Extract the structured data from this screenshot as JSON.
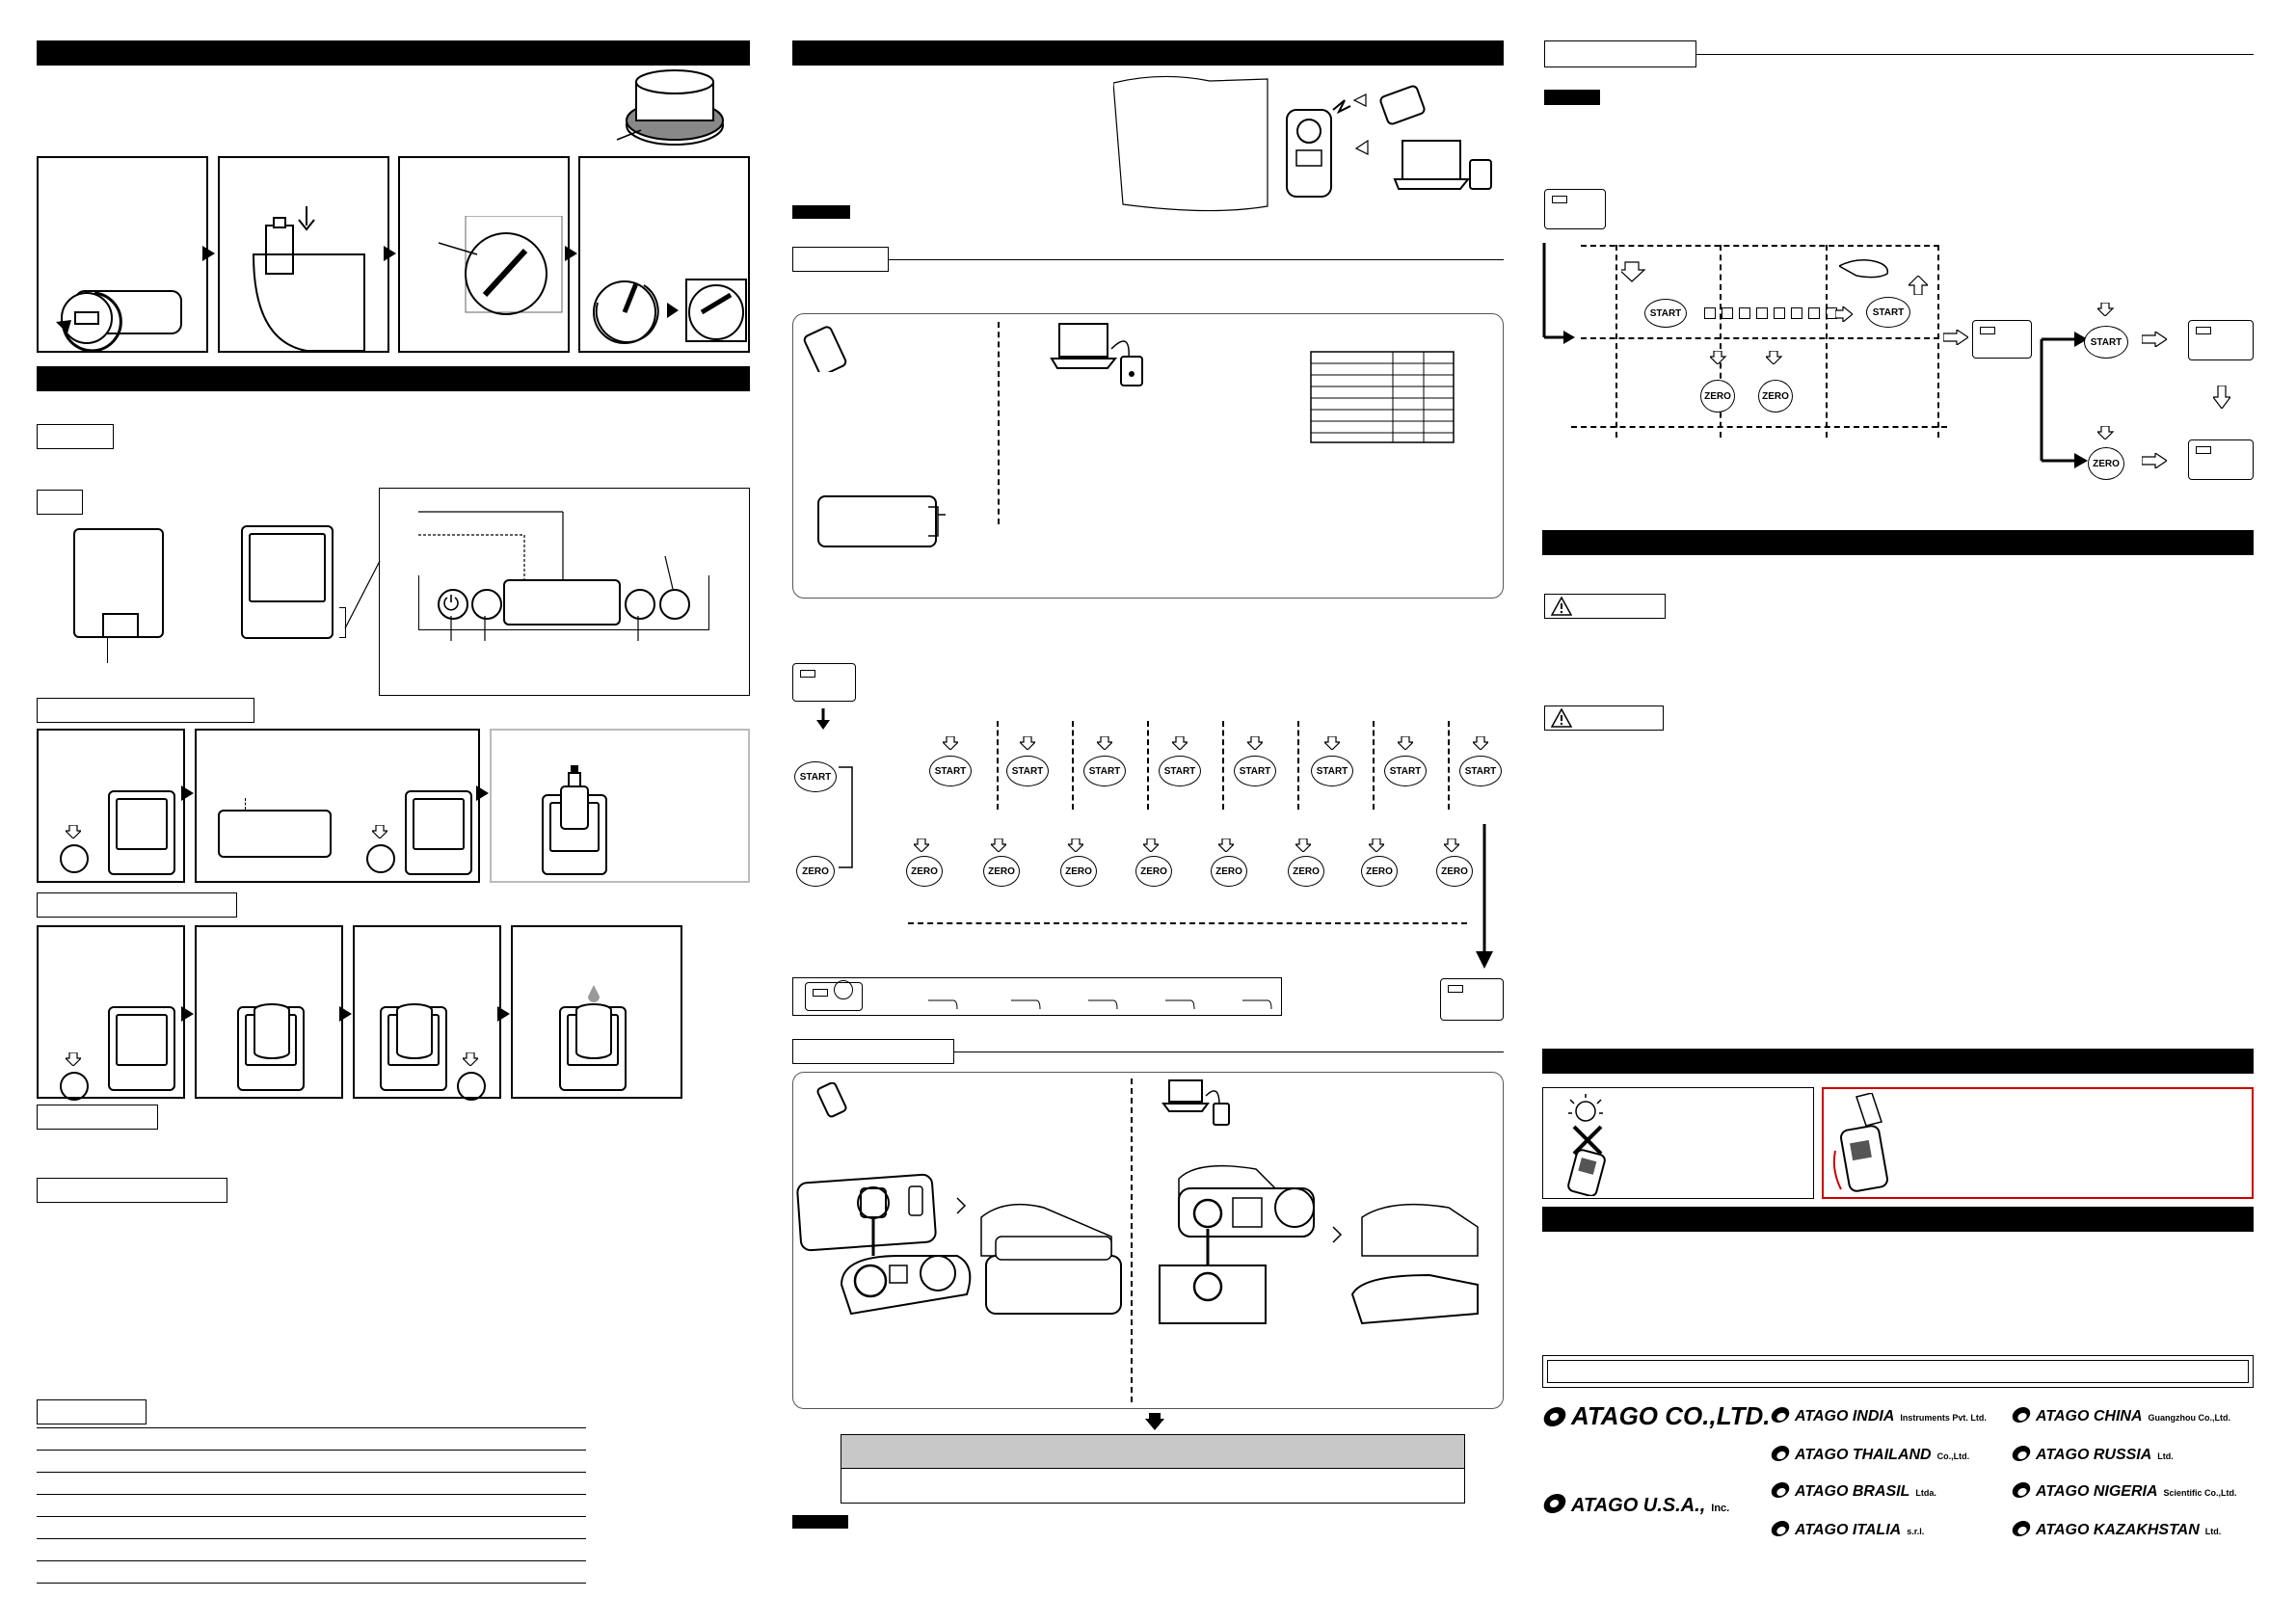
{
  "buttons": {
    "start": "START",
    "zero": "ZERO"
  },
  "companies": {
    "main": "ATAGO CO.,LTD.",
    "usa_name": "ATAGO U.S.A.,",
    "usa_sub": "Inc.",
    "branches": [
      {
        "name": "ATAGO INDIA",
        "sub": "Instruments Pvt. Ltd."
      },
      {
        "name": "ATAGO CHINA",
        "sub": "Guangzhou Co.,Ltd."
      },
      {
        "name": "ATAGO THAILAND",
        "sub": "Co.,Ltd."
      },
      {
        "name": "ATAGO RUSSIA",
        "sub": "Ltd."
      },
      {
        "name": "ATAGO BRASIL",
        "sub": "Ltda."
      },
      {
        "name": "ATAGO NIGERIA",
        "sub": "Scientific Co.,Ltd."
      },
      {
        "name": "ATAGO ITALIA",
        "sub": "s.r.l."
      },
      {
        "name": "ATAGO KAZAKHSTAN",
        "sub": "Ltd."
      }
    ]
  },
  "icons": {
    "power": "power-icon",
    "warning": "warning-icon",
    "arrow": "arrow-icon"
  },
  "colors": {
    "ink": "#000000",
    "highlight": "#cc0000",
    "notice_band": "#c8c8c8"
  }
}
